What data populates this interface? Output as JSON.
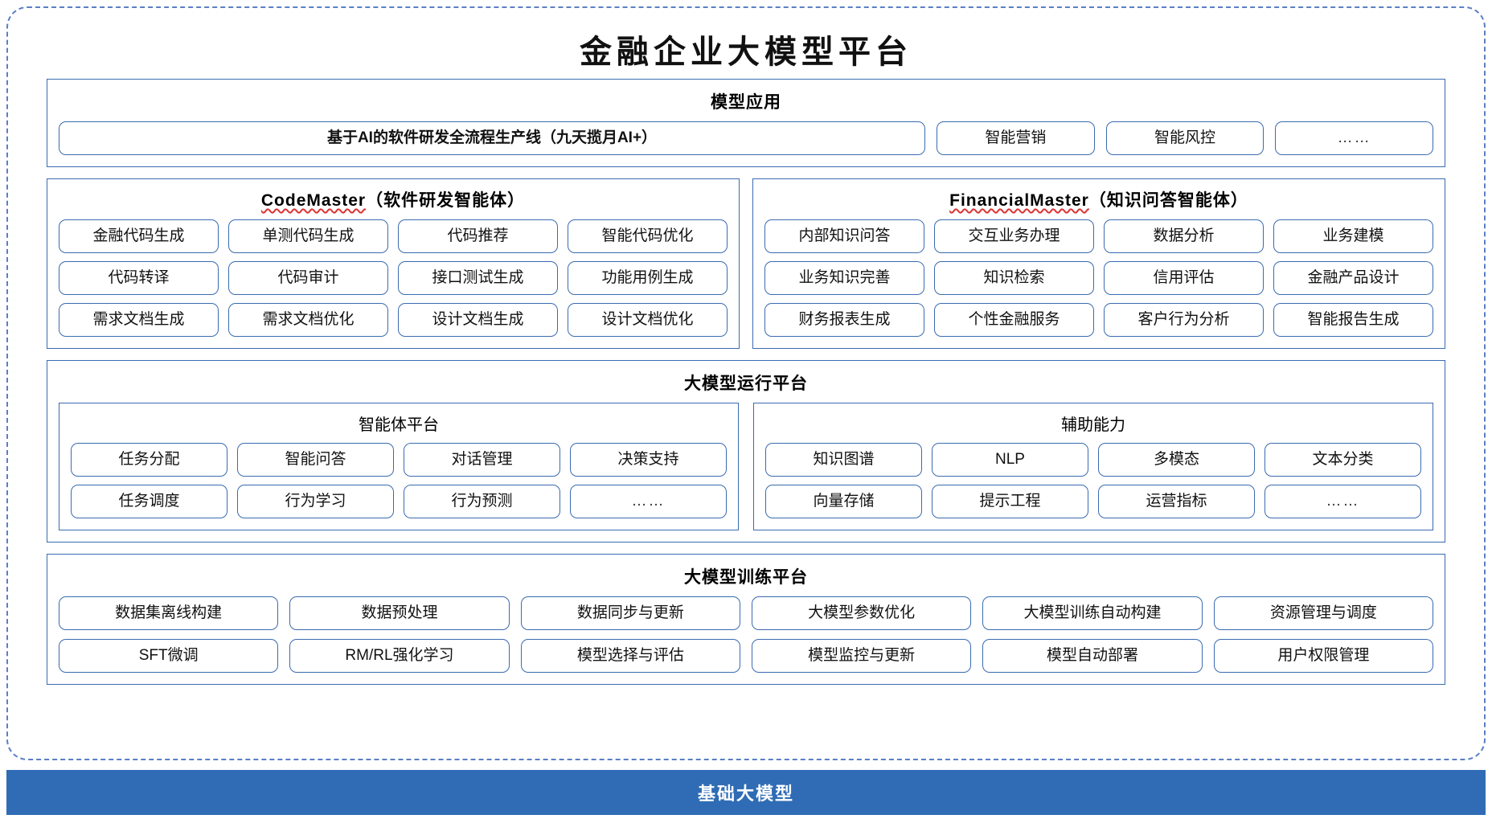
{
  "title": "金融企业大模型平台",
  "sections": {
    "model_application": {
      "title": "模型应用",
      "items": [
        "基于AI的软件研发全流程生产线（九天揽月AI+）",
        "智能营销",
        "智能风控",
        "……"
      ]
    },
    "code_master": {
      "name": "CodeMaster",
      "suffix": "（软件研发智能体）",
      "items": [
        "金融代码生成",
        "单测代码生成",
        "代码推荐",
        "智能代码优化",
        "代码转译",
        "代码审计",
        "接口测试生成",
        "功能用例生成",
        "需求文档生成",
        "需求文档优化",
        "设计文档生成",
        "设计文档优化"
      ]
    },
    "financial_master": {
      "name": "FinancialMaster",
      "suffix": "（知识问答智能体）",
      "items": [
        "内部知识问答",
        "交互业务办理",
        "数据分析",
        "业务建模",
        "业务知识完善",
        "知识检索",
        "信用评估",
        "金融产品设计",
        "财务报表生成",
        "个性金融服务",
        "客户行为分析",
        "智能报告生成"
      ]
    },
    "runtime_platform": {
      "title": "大模型运行平台",
      "agent_platform": {
        "title": "智能体平台",
        "items": [
          "任务分配",
          "智能问答",
          "对话管理",
          "决策支持",
          "任务调度",
          "行为学习",
          "行为预测",
          "……"
        ]
      },
      "auxiliary_capability": {
        "title": "辅助能力",
        "items": [
          "知识图谱",
          "NLP",
          "多模态",
          "文本分类",
          "向量存储",
          "提示工程",
          "运营指标",
          "……"
        ]
      }
    },
    "training_platform": {
      "title": "大模型训练平台",
      "items": [
        "数据集离线构建",
        "数据预处理",
        "数据同步与更新",
        "大模型参数优化",
        "大模型训练自动构建",
        "资源管理与调度",
        "SFT微调",
        "RM/RL强化学习",
        "模型选择与评估",
        "模型监控与更新",
        "模型自动部署",
        "用户权限管理"
      ]
    },
    "base_model": {
      "title": "基础大模型"
    }
  },
  "colors": {
    "border_blue": "#3a6bb0",
    "footer_blue": "#2f6cb5",
    "dashed_blue": "#5b7fc4",
    "spellcheck_red": "#dd3333"
  }
}
